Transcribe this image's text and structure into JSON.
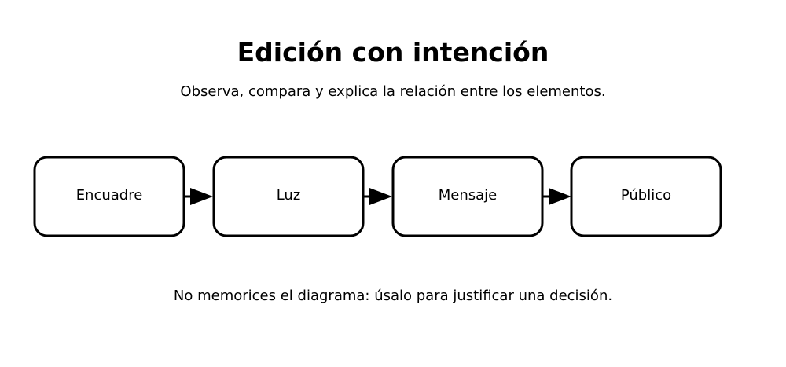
{
  "header": {
    "title": "Edición con intención",
    "subtitle": "Observa, compara y explica la relación entre los elementos."
  },
  "diagram": {
    "nodes": [
      {
        "id": "encuadre",
        "label": "Encuadre"
      },
      {
        "id": "luz",
        "label": "Luz"
      },
      {
        "id": "mensaje",
        "label": "Mensaje"
      },
      {
        "id": "publico",
        "label": "Público"
      }
    ],
    "edges": [
      {
        "from": "encuadre",
        "to": "luz"
      },
      {
        "from": "luz",
        "to": "mensaje"
      },
      {
        "from": "mensaje",
        "to": "publico"
      }
    ],
    "colors": {
      "stroke": "#000000",
      "fill": "#ffffff"
    }
  },
  "footer": {
    "note": "No memorices el diagrama: úsalo para justificar una decisión."
  }
}
